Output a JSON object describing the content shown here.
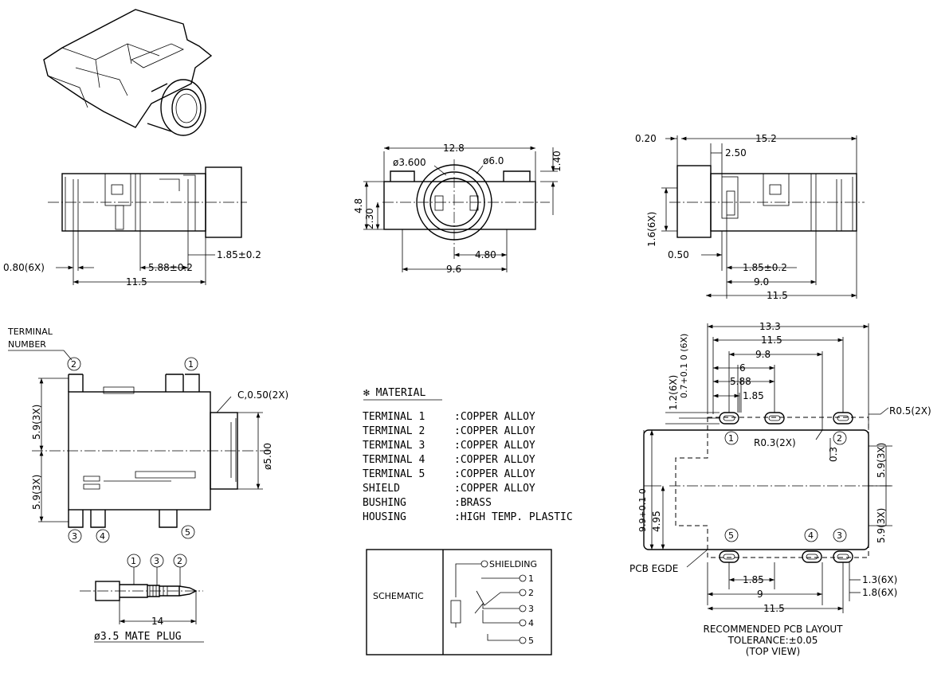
{
  "top_view_dims": {
    "width_12_8": "12.8",
    "dia_3_6": "ø3.600",
    "dia_6_0": "ø6.0",
    "h_1_40": "1.40",
    "h_4_8": "4.8",
    "h_2_30": "2.30",
    "w_4_80": "4.80",
    "w_9_6": "9.6"
  },
  "left_view_dims": {
    "pin_080": "0.80(6X)",
    "pitch_588": "5.88±0.2",
    "pitch_185": "1.85±0.2",
    "len_115": "11.5"
  },
  "right_view_dims": {
    "d_020": "0.20",
    "d_152": "15.2",
    "d_250": "2.50",
    "d_16": "1.6(6X)",
    "d_050": "0.50",
    "d_185": "1.85±0.2",
    "d_90": "9.0",
    "d_115": "11.5"
  },
  "front_view": {
    "terminal_label_1": "TERMINAL",
    "terminal_label_2": "NUMBER",
    "chamfer": "C,0.50(2X)",
    "dia_500": "ø5.00",
    "d_59_top": "5.9(3X)",
    "d_59_bot": "5.9(3X)",
    "t1": "1",
    "t2": "2",
    "t3": "3",
    "t4": "4",
    "t5": "5"
  },
  "plug": {
    "c1": "1",
    "c3": "3",
    "c2": "2",
    "len": "14",
    "caption": "ø3.5 MATE PLUG"
  },
  "material": {
    "title": "✻ MATERIAL",
    "rows": [
      {
        "part": "TERMINAL 1",
        "mat": ":COPPER ALLOY"
      },
      {
        "part": "TERMINAL 2",
        "mat": ":COPPER ALLOY"
      },
      {
        "part": "TERMINAL 3",
        "mat": ":COPPER ALLOY"
      },
      {
        "part": "TERMINAL 4",
        "mat": ":COPPER ALLOY"
      },
      {
        "part": "TERMINAL 5",
        "mat": ":COPPER ALLOY"
      },
      {
        "part": "SHIELD",
        "mat": ":COPPER ALLOY"
      },
      {
        "part": "BUSHING",
        "mat": ":BRASS"
      },
      {
        "part": "HOUSING",
        "mat": ":HIGH TEMP. PLASTIC"
      }
    ]
  },
  "schematic": {
    "label": "SCHEMATIC",
    "shielding": "SHIELDING",
    "p1": "1",
    "p2": "2",
    "p3": "3",
    "p4": "4",
    "p5": "5"
  },
  "pcb_layout": {
    "d_133": "13.3",
    "d_115": "11.5",
    "d_98": "9.8",
    "d_6": "6",
    "d_588": "5.88",
    "d_185": "1.85",
    "d_12": "1.2(6X)",
    "d_07": "0.7+0.1 0 (6X)",
    "r05": "R0.5(2X)",
    "r03": "R0.3(2X)",
    "d_03": "0.3",
    "d_59a": "5.9(3X)",
    "d_59b": "5.9(3X)",
    "d_99": "9.9+0.1 0",
    "d_495": "4.95",
    "edge": "PCB EGDE",
    "b_185": "1.85",
    "b_9": "9",
    "b_115": "11.5",
    "d_13": "1.3(6X)",
    "d_18": "1.8(6X)",
    "n1": "1",
    "n2": "2",
    "n3": "3",
    "n4": "4",
    "n5": "5",
    "caption1": "RECOMMENDED PCB LAYOUT",
    "caption2": "TOLERANCE:±0.05",
    "caption3": "(TOP VIEW)"
  }
}
